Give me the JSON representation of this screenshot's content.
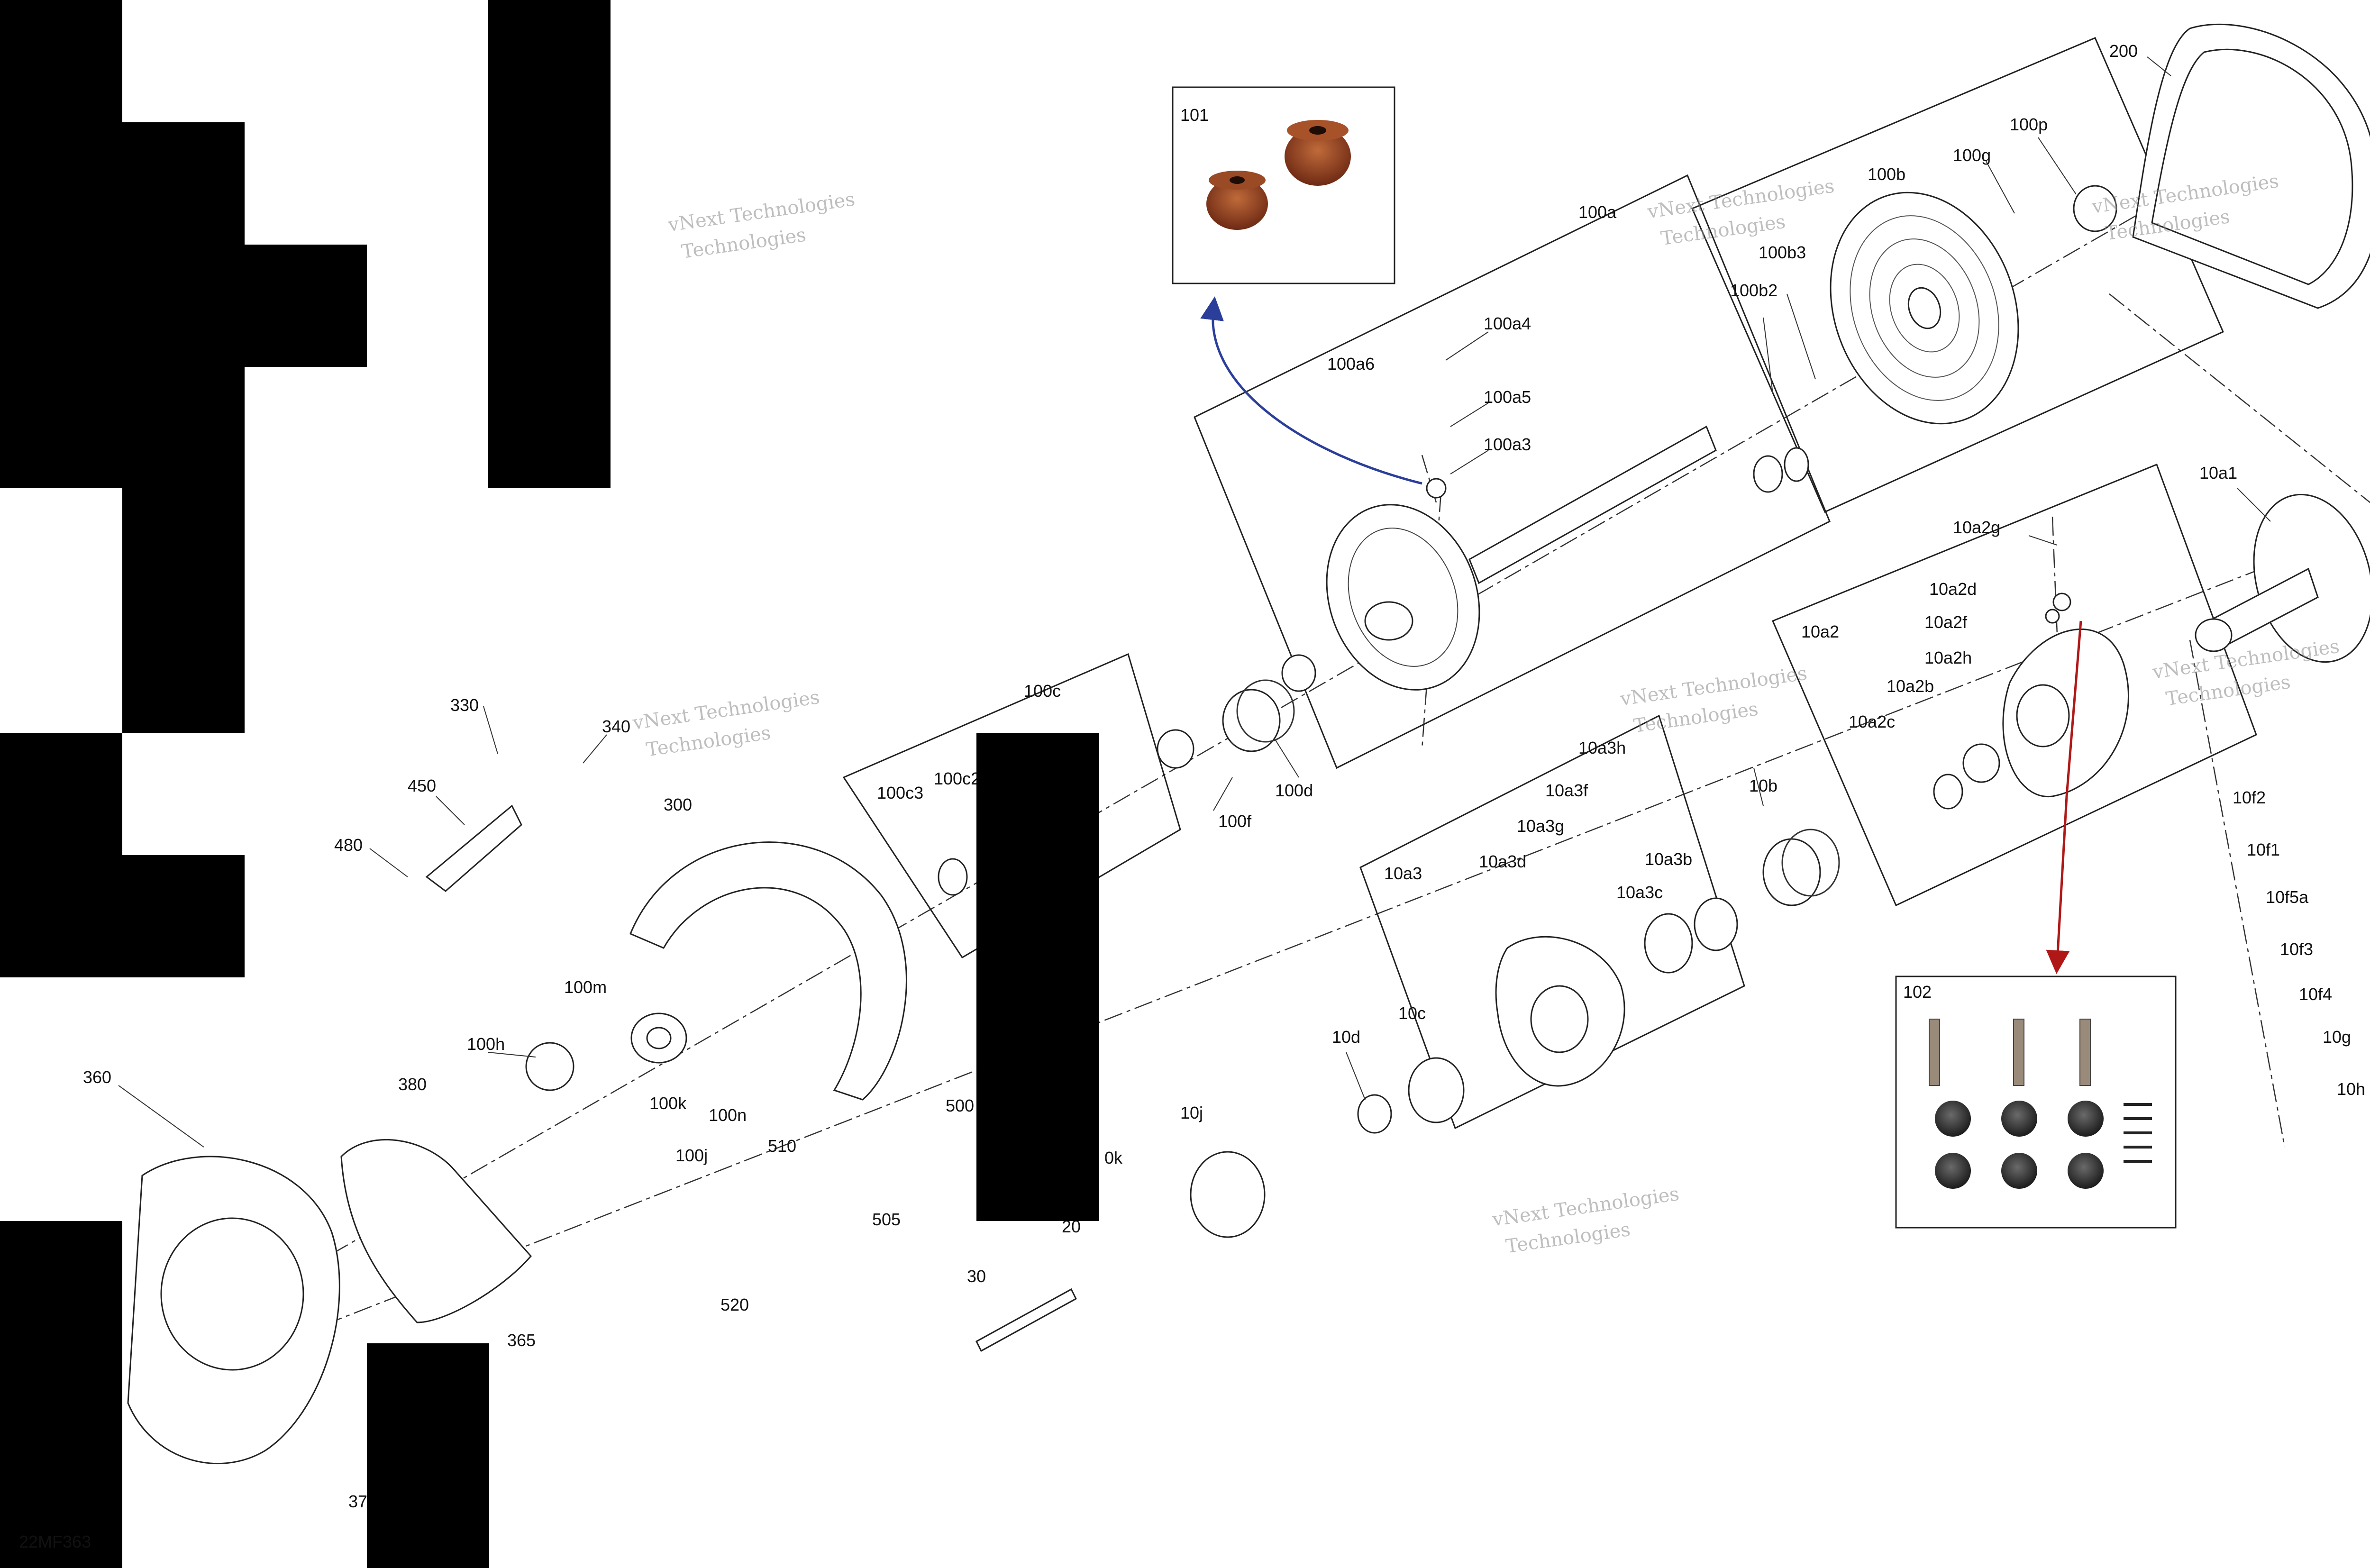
{
  "drawing_code": "22MF363",
  "watermark": {
    "line1": "vNext Technologies",
    "line2": "Technologies"
  },
  "colors": {
    "blue_arrow": "#2b3e9a",
    "red_arrow": "#b01818",
    "redacted": "#000000"
  },
  "labels": {
    "l200": "200",
    "l100p": "100p",
    "l100g": "100g",
    "l100b": "100b",
    "l100b3": "100b3",
    "l100b2": "100b2",
    "l100a": "100a",
    "l100a4": "100a4",
    "l100a6": "100a6",
    "l100a5": "100a5",
    "l100a3": "100a3",
    "l101": "101",
    "l10a1": "10a1",
    "l10a2g": "10a2g",
    "l10a2d": "10a2d",
    "l10a2f": "10a2f",
    "l10a2": "10a2",
    "l10a2h": "10a2h",
    "l10a2b": "10a2b",
    "l10a2c": "10a2c",
    "l10f2": "10f2",
    "l10f1": "10f1",
    "l10f5a": "10f5a",
    "l10f3": "10f3",
    "l10f4": "10f4",
    "l10g": "10g",
    "l10h": "10h",
    "l102": "102",
    "l100c": "100c",
    "l100c3": "100c3",
    "l100c2": "100c2",
    "l100d": "100d",
    "l100f": "100f",
    "l10a3h": "10a3h",
    "l10a3f": "10a3f",
    "l10a3g": "10a3g",
    "l10a3d": "10a3d",
    "l10a3": "10a3",
    "l10a3b": "10a3b",
    "l10a3c": "10a3c",
    "l10b": "10b",
    "l330": "330",
    "l340": "340",
    "l450": "450",
    "l480": "480",
    "l300": "300",
    "l100m": "100m",
    "l100h": "100h",
    "l100k": "100k",
    "l100n": "100n",
    "l100j": "100j",
    "l360": "360",
    "l380": "380",
    "l510": "510",
    "l500": "500",
    "l505": "505",
    "l520": "520",
    "l365": "365",
    "l37": "37",
    "l10d": "10d",
    "l10c": "10c",
    "l10j": "10j",
    "l10k": "0k",
    "l20": "20",
    "l30": "30"
  }
}
